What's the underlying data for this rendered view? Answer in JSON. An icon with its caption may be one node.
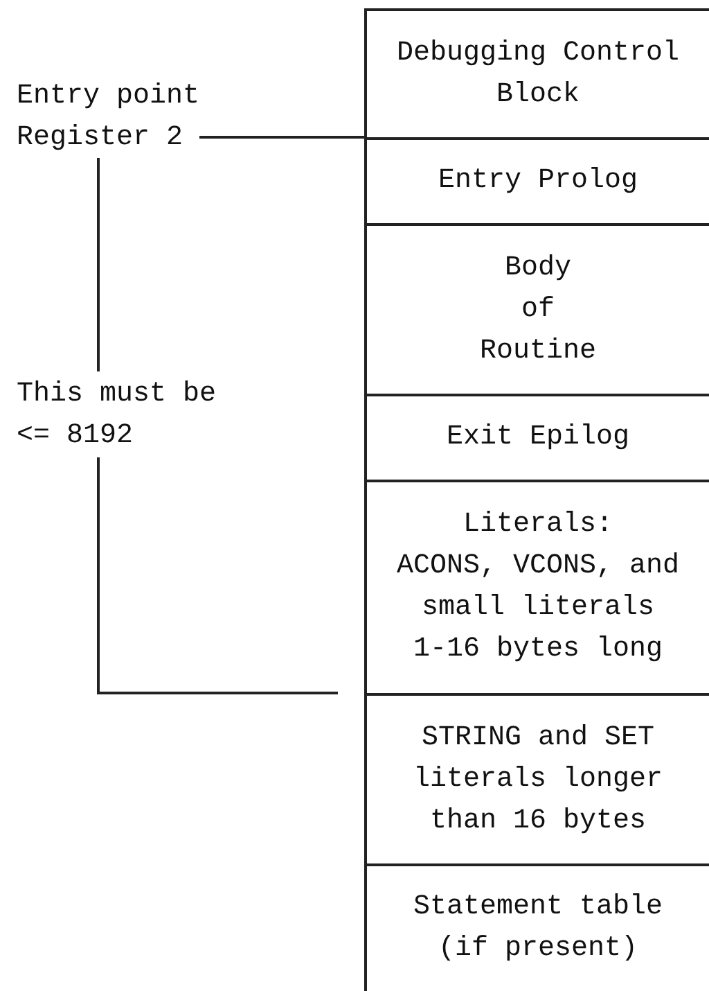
{
  "diagram": {
    "nodes": [
      {
        "text": [
          "Debugging Control Block"
        ]
      },
      {
        "text": [
          "Entry Prolog"
        ]
      },
      {
        "text": [
          "Body of Routine"
        ]
      },
      {
        "text": [
          "Exit Epilog"
        ]
      },
      {
        "text": [
          "Literals: ACONS, VCONS, and small literals 1-16 bytes long"
        ]
      },
      {
        "text": [
          "STRING and SET literals longer than 16 bytes"
        ]
      },
      {
        "text": [
          "Statement table (if present)"
        ]
      },
      {
        "text": [
          "Entry point Register 2"
        ]
      }
    ],
    "edges": [
      {
        "from": 7,
        "to": 1,
        "arrow": "none"
      }
    ],
    "labels": [
      "This must be <= 8192"
    ]
  }
}
